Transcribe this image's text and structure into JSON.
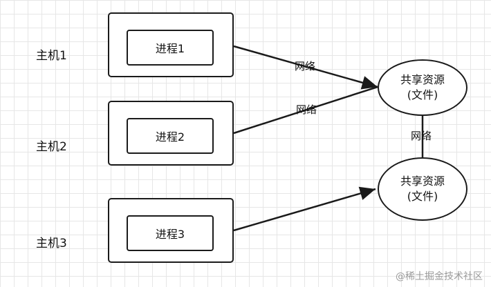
{
  "hosts": [
    {
      "label": "主机1",
      "process": "进程1"
    },
    {
      "label": "主机2",
      "process": "进程2"
    },
    {
      "label": "主机3",
      "process": "进程3"
    }
  ],
  "resources": [
    {
      "line1": "共享资源",
      "line2": "(文件)"
    },
    {
      "line1": "共享资源",
      "line2": "(文件)"
    }
  ],
  "network_labels": [
    "网络",
    "网络",
    "网络"
  ],
  "watermark": "@稀土掘金技术社区"
}
